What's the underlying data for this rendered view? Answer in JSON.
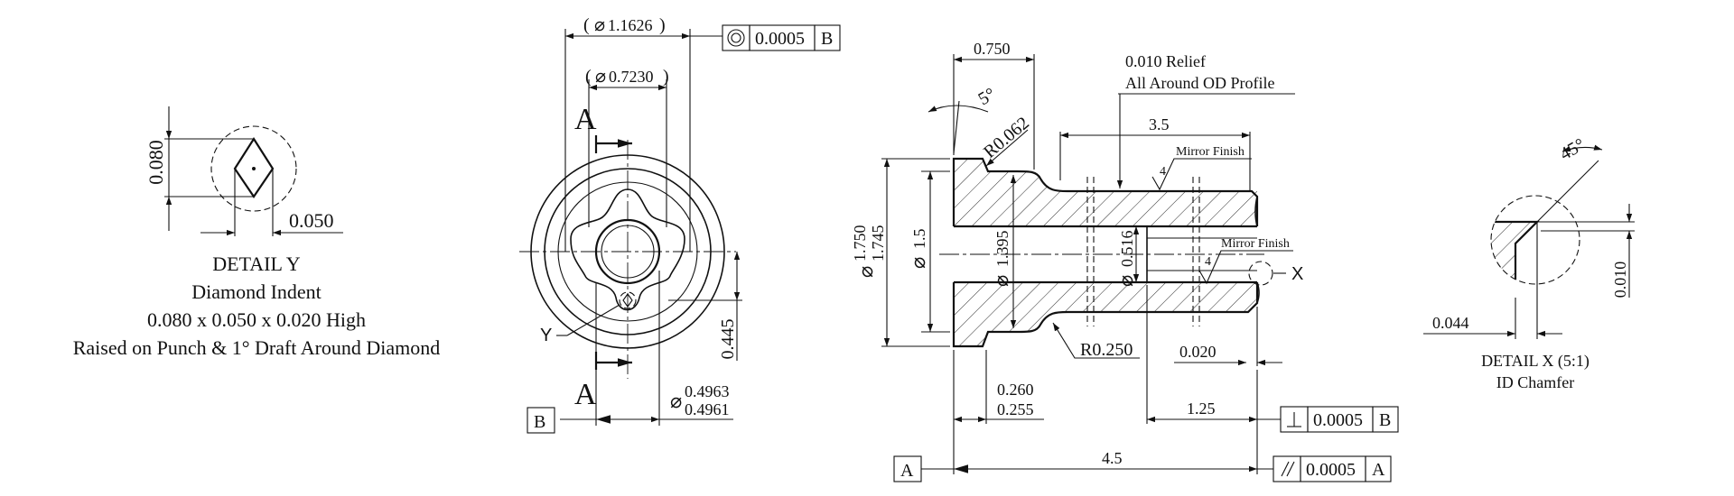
{
  "detail_y": {
    "dim_height": "0.080",
    "dim_width": "0.050",
    "title": "DETAIL Y",
    "line1": "Diamond Indent",
    "line2": "0.080 x 0.050 x 0.020 High",
    "line3": "Raised on Punch & 1° Draft Around Diamond"
  },
  "front_view": {
    "dia_outer_ref": "1.1626",
    "dia_inner_ref": "0.7230",
    "fcf_concentric_tol": "0.0005",
    "fcf_concentric_datum": "B",
    "section_label_top": "A",
    "section_label_bottom": "A",
    "detail_ref": "Y",
    "dim_vertical": "0.445",
    "dia_tol_upper": "0.4963",
    "dia_tol_lower": "0.4961",
    "datum_b": "B"
  },
  "section_view": {
    "dim_flange": "0.750",
    "note_relief_1": "0.010 Relief",
    "note_relief_2": "All Around OD Profile",
    "dim_angle": "5°",
    "dim_radius_small": "R0.062",
    "dim_length_mid": "3.5",
    "finish_note_1": "Mirror Finish",
    "finish_val_1": "4",
    "finish_note_2": "Mirror Finish",
    "finish_val_2": "4",
    "dia_od_upper": "1.750",
    "dia_od_lower": "1.745",
    "dia_shank": "1.5",
    "dia_bore": "1.395",
    "dia_id": "0.516",
    "detail_ref": "X",
    "dim_radius_large": "R0.250",
    "dim_chamfer_len": "0.020",
    "dim_flange_upper": "0.260",
    "dim_flange_lower": "0.255",
    "dim_len_125": "1.25",
    "dim_total": "4.5",
    "fcf_perp_tol": "0.0005",
    "fcf_perp_datum": "B",
    "fcf_par_tol": "0.0005",
    "fcf_par_datum": "A",
    "datum_a": "A"
  },
  "detail_x": {
    "dim_angle": "45°",
    "dim_vertical": "0.010",
    "dim_horizontal": "0.044",
    "title": "DETAIL X (5:1)",
    "subtitle": "ID Chamfer"
  }
}
